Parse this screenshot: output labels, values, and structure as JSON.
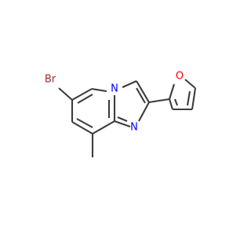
{
  "molecule": {
    "atoms": {
      "bromine": "Br",
      "ring_nitrogen_bridge": "N",
      "ring_nitrogen_imine": "N",
      "furan_oxygen": "O"
    },
    "colors": {
      "bond": "#3c3c3c",
      "bromine": "#a52a2a",
      "nitrogen": "#0000ff",
      "oxygen": "#ff0000"
    }
  }
}
